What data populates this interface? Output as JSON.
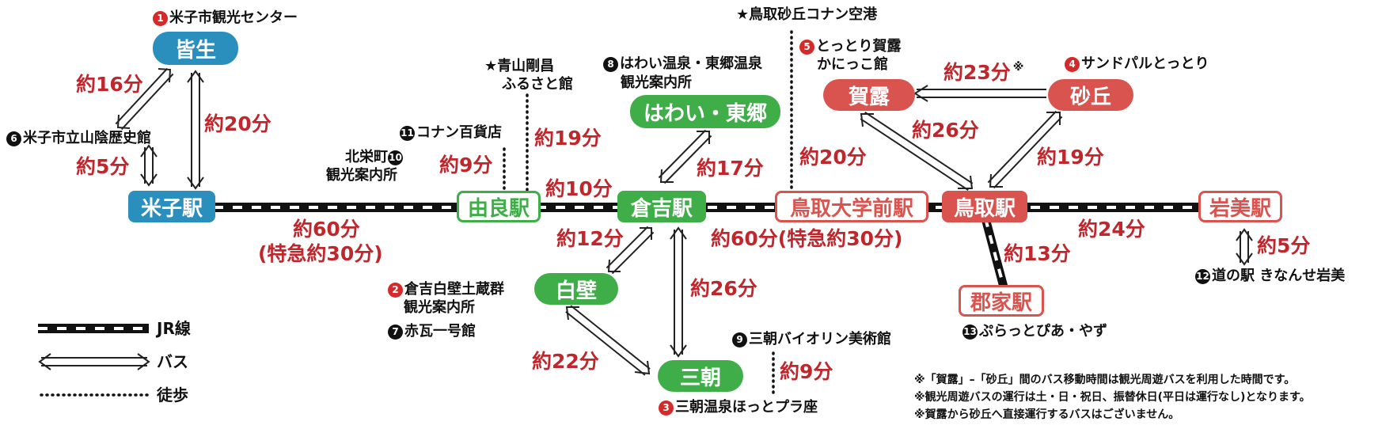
{
  "stations": {
    "yonago": "米子駅",
    "yura": "由良駅",
    "kurayoshi": "倉吉駅",
    "tottori_daigakumae": "鳥取大学前駅",
    "tottori": "鳥取駅",
    "iwami": "岩美駅",
    "kouge": "郡家駅"
  },
  "stops": {
    "kaike": "皆生",
    "hawai_togo": "はわい・東郷",
    "shirakabe": "白壁",
    "misasa": "三朝",
    "kaiku": "賀露",
    "sakyu": "砂丘"
  },
  "spots": [
    {
      "num": "1",
      "text": "米子市観光センター"
    },
    {
      "num": "2",
      "text": "倉吉白壁土蔵群"
    },
    {
      "num": "3",
      "text": "三朝温泉ほっとプラ座"
    },
    {
      "num": "4",
      "text": "サンドパルとっとり"
    },
    {
      "num": "5",
      "text": "とっとり賀露"
    },
    {
      "num": "6",
      "text": "米子市立山陰歴史館"
    },
    {
      "num": "7",
      "text": "赤瓦一号館"
    },
    {
      "num": "8",
      "text": "はわい温泉・東郷温泉"
    },
    {
      "num": "9",
      "text": "三朝バイオリン美術館"
    },
    {
      "num": "10",
      "text": "北栄町"
    },
    {
      "num": "11",
      "text": "コナン百貨店"
    },
    {
      "num": "12",
      "text": "道の駅 きなんせ岩美"
    },
    {
      "num": "13",
      "text": "ぷらっとぴあ・やず"
    }
  ],
  "spot_extra": {
    "shirakabe_line2": "観光案内所",
    "hawai_line2": "観光案内所",
    "hokuei_line2": "観光案内所",
    "karo_line2": "かにっこ館",
    "aoyama_line1": "★青山剛昌",
    "aoyama_line2": "ふるさと館",
    "airport": "★鳥取砂丘コナン空港"
  },
  "times": {
    "kaike_hist": "約16分",
    "kaike_yonago": "約20分",
    "hist_yonago": "約5分",
    "yonago_yura_1": "約60分",
    "yonago_yura_2": "(特急約30分)",
    "yura_hokuei": "約9分",
    "yura_aoyama": "約19分",
    "yura_kurayoshi": "約10分",
    "kurayoshi_hawai": "約17分",
    "kurayoshi_shirakabe": "約12分",
    "kurayoshi_misasa": "約26分",
    "shirakabe_misasa": "約22分",
    "misasa_violin": "約9分",
    "kurayoshi_daigaku": "約60分(特急約30分)",
    "daigaku_airport": "約20分",
    "karo_sakyu": "約23分",
    "karo_tottori": "約26分",
    "tottori_sakyu": "約19分",
    "tottori_kouge": "約13分",
    "tottori_iwami": "約24分",
    "iwami_michinoeki": "約5分"
  },
  "asterisk_mark": "※",
  "legend": {
    "jr": "JR線",
    "bus": "バス",
    "walk": "徒歩"
  },
  "notes": [
    "※「賀露」–「砂丘」間のバス移動時間は観光周遊バスを利用した時間です。",
    "※観光周遊バスの運行は土・日・祝日、振替休日(平日は運行なし)となります。",
    "※賀露から砂丘へ直接運行するバスはございません。"
  ],
  "colors": {
    "blue": "#2a8fbd",
    "red": "#d9534f",
    "green": "#3fae49",
    "time": "#c0272d"
  }
}
